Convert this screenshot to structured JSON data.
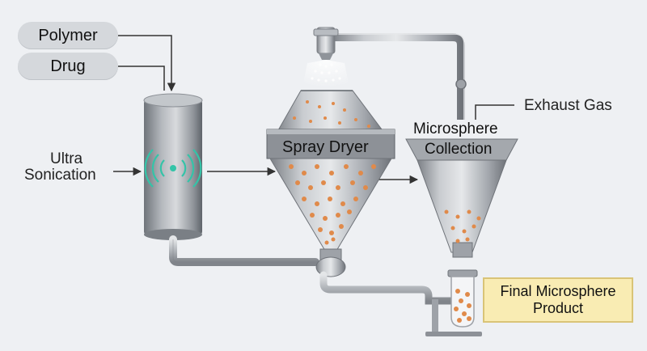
{
  "inputs": {
    "polymer": "Polymer",
    "drug": "Drug"
  },
  "labels": {
    "ultra_sonication_line1": "Ultra",
    "ultra_sonication_line2": "Sonication",
    "spray_dryer": "Spray Dryer",
    "microsphere_collection_line1": "Microsphere",
    "microsphere_collection_line2": "Collection",
    "exhaust_gas": "Exhaust Gas",
    "final_product_line1": "Final Microsphere",
    "final_product_line2": "Product"
  },
  "colors": {
    "background": "#eef0f3",
    "steel": "#a7abb0",
    "particles": "#e08a4a",
    "sonication_waves": "#34c4a8",
    "final_box": "#f9ecb3",
    "pill": "#d5d8dc"
  }
}
